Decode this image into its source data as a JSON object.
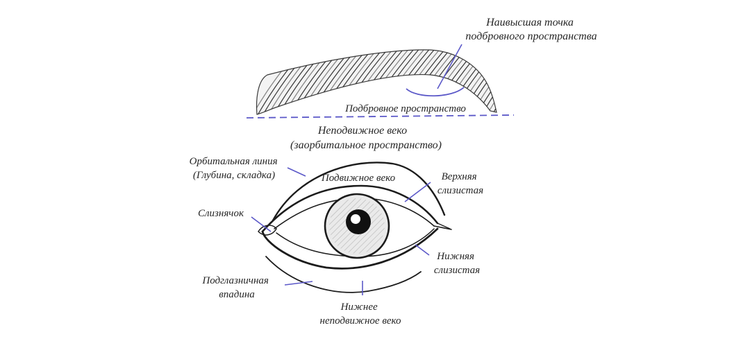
{
  "colors": {
    "line": "#1c1c1c",
    "pointer": "#5b58c8",
    "iris_fill": "#e6e6e6",
    "shadow": "#cfcfcf"
  },
  "labels": {
    "brow_peak": [
      "Наивысшая точка",
      "подбровного пространства"
    ],
    "brow_space": "Подбровное пространство",
    "fixed_lid": [
      "Неподвижное веко",
      "(заорбитальное пространство)"
    ],
    "orbital_line": [
      "Орбитальная линия",
      "(Глубина, складка)"
    ],
    "mobile_lid": "Подвижное веко",
    "upper_mucosa": [
      "Верхняя",
      "слизистая"
    ],
    "caruncle": "Слизнячок",
    "lower_mucosa": [
      "Нижняя",
      "слизистая"
    ],
    "infraorbital": [
      "Подглазничная",
      "впадина"
    ],
    "lower_fixed_lid": [
      "Нижнее",
      "неподвижное веко"
    ]
  },
  "icons": {
    "eyebrow": "eyebrow-illustration",
    "eye": "eye-illustration"
  }
}
